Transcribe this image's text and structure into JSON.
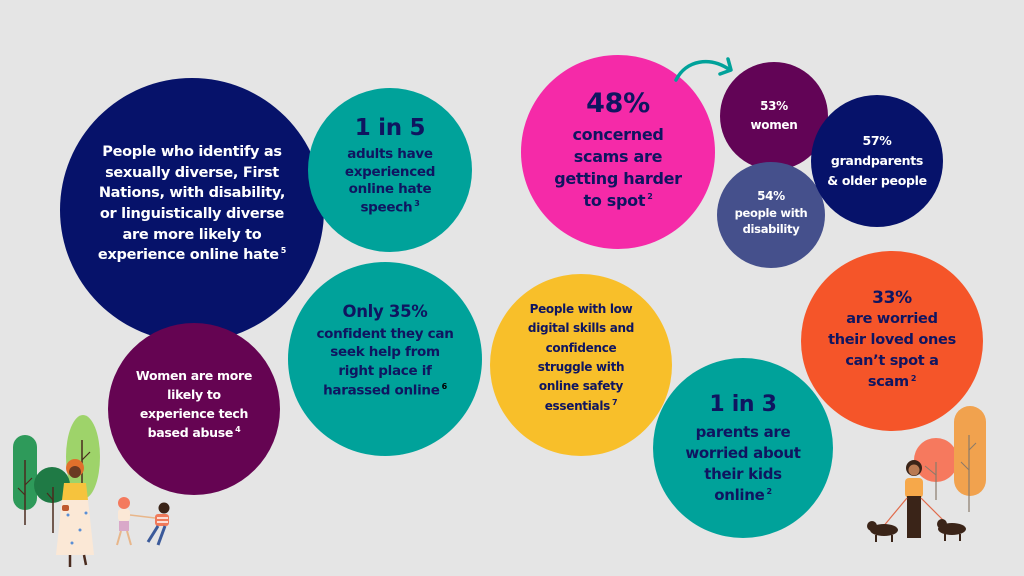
{
  "colors": {
    "background": "#e5e5e5",
    "navy": "#06126a",
    "teal": "#00a29a",
    "pink": "#f52aa8",
    "plum": "#620456",
    "slate": "#45508c",
    "orange": "#f55529",
    "yellow": "#f8bf2a",
    "text_dark": "#0f1560",
    "text_light": "#ffffff"
  },
  "bubbles": {
    "hate": {
      "body": "People who identify as\nsexually diverse, First\nNations, with disability,\nor linguistically diverse\nare more likely to\nexperience online hate",
      "footnote": "5"
    },
    "one_in_five": {
      "stat": "1 in 5",
      "body": "adults have\nexperienced\nonline hate\nspeech",
      "footnote": "3"
    },
    "scams": {
      "stat": "48%",
      "body": "concerned\nscams are\ngetting harder\nto spot",
      "footnote": "2"
    },
    "women_53": {
      "stat": "53%",
      "body": "women"
    },
    "grandparents_57": {
      "stat": "57%",
      "body": "grandparents\n& older people"
    },
    "disability_54": {
      "stat": "54%",
      "body": "people with\ndisability"
    },
    "loved_ones": {
      "stat": "33%",
      "body": "are worried\ntheir loved ones\ncan’t spot a\nscam",
      "footnote": "2"
    },
    "women_abuse": {
      "body": "Women are more\nlikely to\nexperience tech\nbased abuse",
      "footnote": "4"
    },
    "confident": {
      "stat": "Only 35%",
      "body": "confident they can\nseek help from\nright place if\nharassed online",
      "footnote": "6"
    },
    "digital_skills": {
      "body": "People with low\ndigital skills and\nconfidence\nstruggle with\nonline safety\nessentials",
      "footnote": "7"
    },
    "parents": {
      "stat": "1 in 3",
      "body": "parents are\nworried about\ntheir kids\nonline",
      "footnote": "2"
    }
  },
  "illustrations": {
    "left": "woman-and-children-walking-with-trees",
    "right": "woman-walking-two-dogs-with-trees"
  }
}
